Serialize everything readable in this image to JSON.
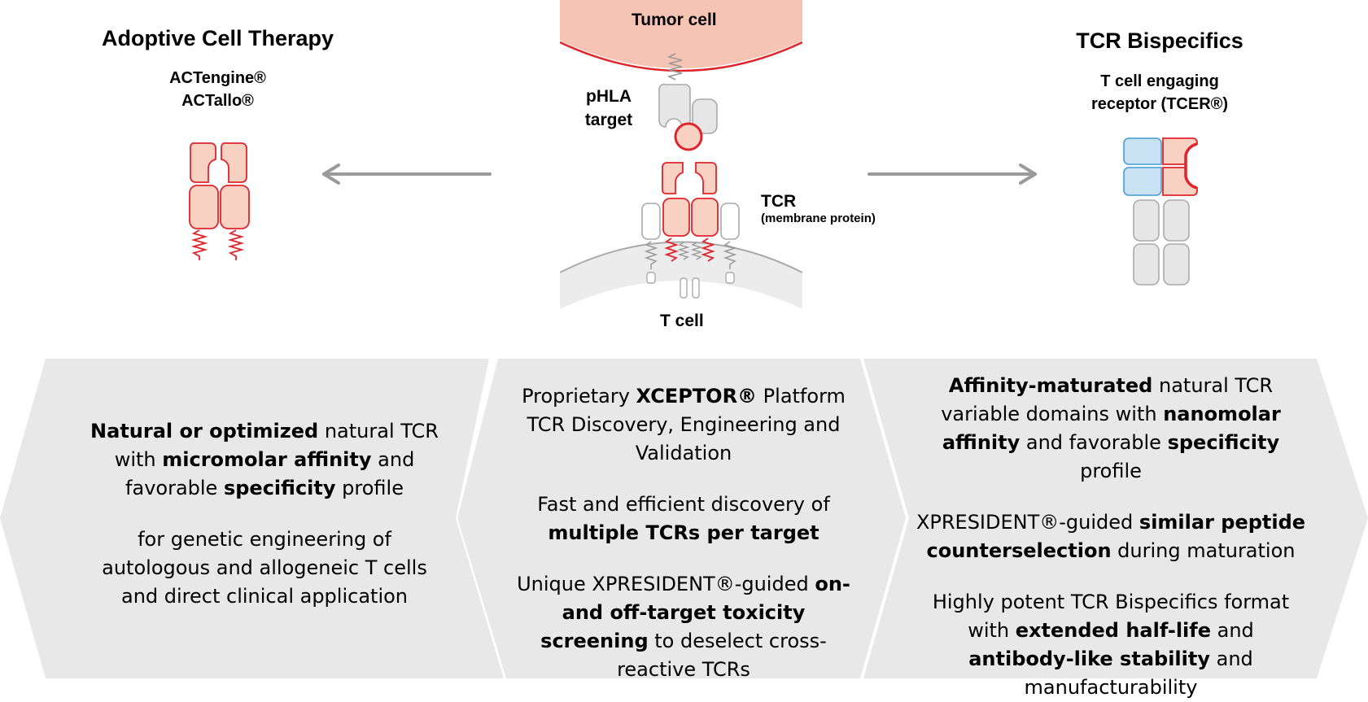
{
  "left": {
    "title": "Adoptive Cell Therapy",
    "products": [
      "ACTengine®",
      "ACTallo®"
    ]
  },
  "right": {
    "title": "TCR Bispecifics",
    "subtitle": [
      "T cell engaging",
      "receptor (TCER®)"
    ]
  },
  "center": {
    "tumor_label": "Tumor cell",
    "phla_label": [
      "pHLA",
      "target"
    ],
    "tcr_label": "TCR",
    "tcr_sub": "(membrane protein)",
    "tcell_label": "T cell"
  },
  "colors": {
    "accent_red": "#e0242c",
    "pink_fill": "#f9d1c3",
    "tumor_band": "#f6c4b4",
    "blue_fill": "#c9e2f3",
    "blue_stroke": "#5aa7d9",
    "grey_fill": "#e6e6e6",
    "panel_grey": "#e8e8e8",
    "arrow_grey": "#9a9a9a"
  },
  "panels": [
    {
      "paragraphs": [
        [
          {
            "t": "Natural or optimized",
            "b": true
          },
          {
            "t": " natural TCR with ",
            "b": false
          },
          {
            "t": "micromolar affinity",
            "b": true
          },
          {
            "t": " and favorable ",
            "b": false
          },
          {
            "t": "specificity",
            "b": true
          },
          {
            "t": " profile",
            "b": false
          }
        ],
        [
          {
            "t": "for genetic engineering of autologous and allogeneic T cells and direct clinical application",
            "b": false
          }
        ]
      ]
    },
    {
      "paragraphs": [
        [
          {
            "t": "Proprietary ",
            "b": false
          },
          {
            "t": "XCEPTOR®",
            "b": true
          },
          {
            "t": " Platform TCR Discovery, Engineering and Validation",
            "b": false
          }
        ],
        [
          {
            "t": "Fast and efficient discovery of ",
            "b": false
          },
          {
            "t": "multiple TCRs per target",
            "b": true
          }
        ],
        [
          {
            "t": "Unique XPRESIDENT®-guided ",
            "b": false
          },
          {
            "t": "on- and off-target toxicity screening",
            "b": true
          },
          {
            "t": " to deselect cross-reactive TCRs",
            "b": false
          }
        ]
      ]
    },
    {
      "paragraphs": [
        [
          {
            "t": "Affinity-maturated",
            "b": true
          },
          {
            "t": " natural TCR variable domains with ",
            "b": false
          },
          {
            "t": "nanomolar affinity",
            "b": true
          },
          {
            "t": " and favorable ",
            "b": false
          },
          {
            "t": "specificity",
            "b": true
          },
          {
            "t": " profile",
            "b": false
          }
        ],
        [
          {
            "t": "XPRESIDENT®-guided ",
            "b": false
          },
          {
            "t": "similar peptide counterselection",
            "b": true
          },
          {
            "t": " during maturation",
            "b": false
          }
        ],
        [
          {
            "t": "Highly potent TCR Bispecifics format with ",
            "b": false
          },
          {
            "t": "extended half-life",
            "b": true
          },
          {
            "t": " and ",
            "b": false
          },
          {
            "t": "antibody-like stability",
            "b": true
          },
          {
            "t": " and manufacturability",
            "b": false
          }
        ]
      ]
    }
  ]
}
